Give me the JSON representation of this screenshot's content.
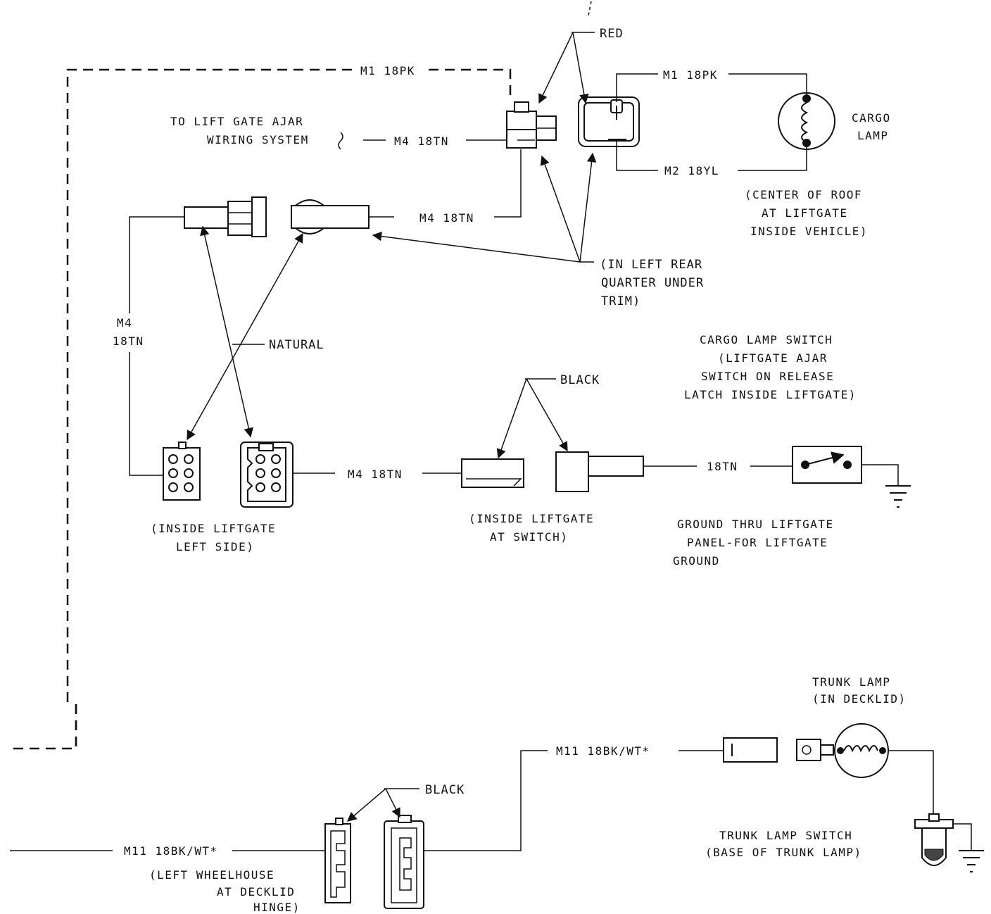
{
  "wires": {
    "m1_top": "M1 18PK",
    "m1_cargo": "M1 18PK",
    "m2_cargo": "M2 18YL",
    "m4_ajar": "M4 18TN",
    "m4_mid": "M4 18TN",
    "m4_left_line1": "M4",
    "m4_left_line2": "18TN",
    "m4_bottom": "M4 18TN",
    "tn_switch": "18TN",
    "m11_top": "M11 18BK/WT*",
    "m11_left": "M11 18BK/WT*"
  },
  "labels": {
    "red": "RED",
    "natural": "NATURAL",
    "black_switch": "BLACK",
    "black_wheelhouse": "BLACK",
    "lift_gate_ajar_line1": "TO LIFT GATE AJAR",
    "lift_gate_ajar_line2": "WIRING SYSTEM",
    "cargo_lamp_line1": "CARGO",
    "cargo_lamp_line2": "LAMP",
    "center_roof_line1": "(CENTER OF ROOF",
    "center_roof_line2": "AT LIFTGATE",
    "center_roof_line3": "INSIDE VEHICLE)",
    "left_rear_line1": "(IN LEFT REAR",
    "left_rear_line2": "QUARTER UNDER",
    "left_rear_line3": "TRIM)",
    "cargo_switch_line1": "CARGO LAMP SWITCH",
    "cargo_switch_line2": "(LIFTGATE AJAR",
    "cargo_switch_line3": "SWITCH ON RELEASE",
    "cargo_switch_line4": "LATCH INSIDE LIFTGATE)",
    "inside_left_line1": "(INSIDE LIFTGATE",
    "inside_left_line2": "LEFT SIDE)",
    "inside_switch_line1": "(INSIDE LIFTGATE",
    "inside_switch_line2": "AT SWITCH)",
    "ground_line1": "GROUND THRU LIFTGATE",
    "ground_line2": "PANEL-FOR LIFTGATE",
    "ground_line3": "GROUND",
    "trunk_lamp_line1": "TRUNK LAMP",
    "trunk_lamp_line2": "(IN DECKLID)",
    "trunk_switch_line1": "TRUNK LAMP SWITCH",
    "trunk_switch_line2": "(BASE OF TRUNK LAMP)",
    "wheelhouse_line1": "(LEFT WHEELHOUSE",
    "wheelhouse_line2": "AT DECKLID",
    "wheelhouse_line3": "HINGE)"
  }
}
